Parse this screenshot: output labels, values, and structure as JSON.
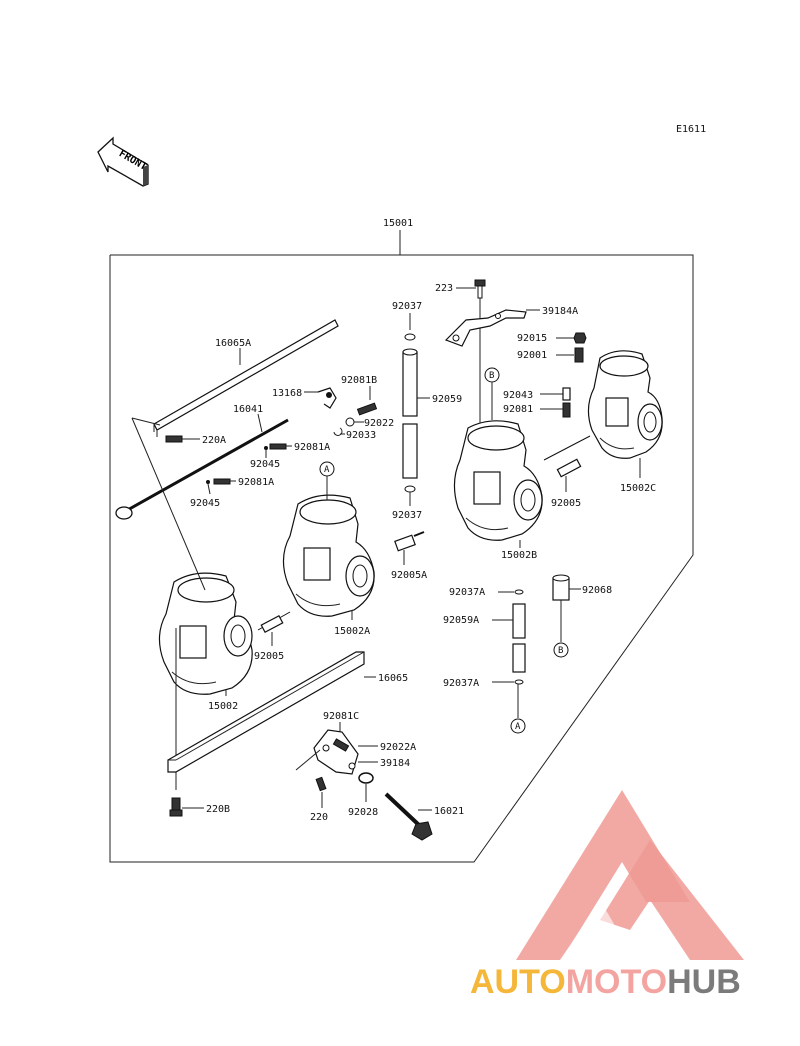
{
  "diagram_code": "E1611",
  "front_label": "FRONT",
  "assembly_number": "15001",
  "watermark": {
    "text_a": "AUTO",
    "text_b": "MOTO",
    "text_c": "HUB",
    "color_a": "#f4b73a",
    "color_b": "#f4a4a0",
    "color_c": "#7b7b7b",
    "logo_color": "#f09a94"
  },
  "labels": {
    "p223": "223",
    "p39184A": "39184A",
    "p92037_top": "92037",
    "p92015": "92015",
    "p92001": "92001",
    "p16065A": "16065A",
    "p13168": "13168",
    "p92081B": "92081B",
    "p92059": "92059",
    "p92043": "92043",
    "p92081_r": "92081",
    "p16041": "16041",
    "p92022": "92022",
    "p92033": "92033",
    "p220A": "220A",
    "p92081A_1": "92081A",
    "p92045_1": "92045",
    "p92081A_2": "92081A",
    "p92045_2": "92045",
    "p92037_mid": "92037",
    "p15002C": "15002C",
    "p92005_r": "92005",
    "p15002B": "15002B",
    "p92005A": "92005A",
    "p92037A_1": "92037A",
    "p92068": "92068",
    "p92059A": "92059A",
    "p15002A": "15002A",
    "p92005_l": "92005",
    "p92037A_2": "92037A",
    "p15002": "15002",
    "p16065": "16065",
    "p92081C": "92081C",
    "p92022A": "92022A",
    "p39184": "39184",
    "p220B": "220B",
    "p220": "220",
    "p92028": "92028",
    "p16021": "16021"
  },
  "refs": {
    "A": "A",
    "B": "B"
  }
}
